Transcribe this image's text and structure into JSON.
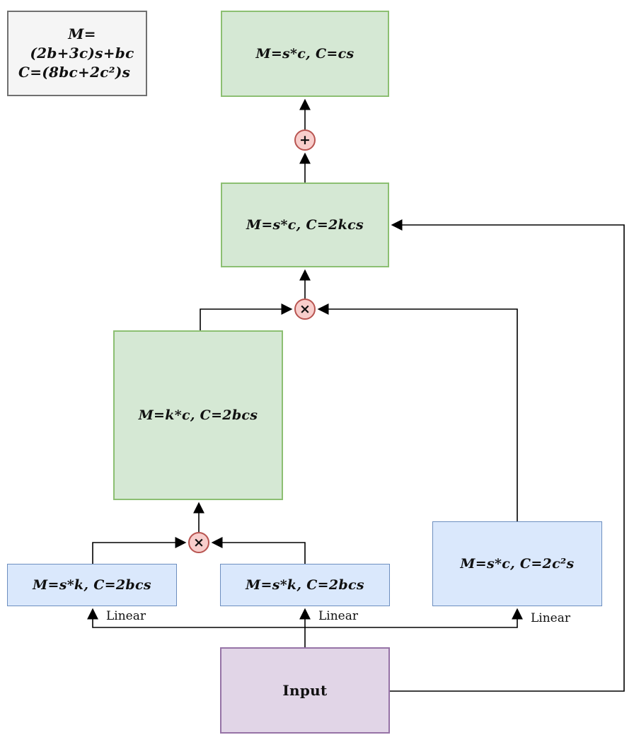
{
  "legend": {
    "line1": "M=(2b+3c)s+bc",
    "line2": "C=(8bc+2c²)s"
  },
  "nodes": {
    "output": {
      "label": "M=s*c, C=cs"
    },
    "stage2": {
      "label": "M=s*c, C=2kcs"
    },
    "attn_map": {
      "label": "M=k*c, C=2bcs"
    },
    "branch_left": {
      "label": "M=s*k, C=2bcs"
    },
    "branch_mid": {
      "label": "M=s*k, C=2bcs"
    },
    "branch_right": {
      "label": "M=s*c, C=2c²s"
    },
    "input": {
      "label": "Input"
    }
  },
  "operators": {
    "add": "+",
    "multiply": "×"
  },
  "edge_labels": {
    "linear": "Linear"
  },
  "colors": {
    "green_fill": "#d5e8d4",
    "green_border": "#8cbf72",
    "blue_fill": "#dae8fc",
    "blue_border": "#6c8ebf",
    "purple_fill": "#e1d5e7",
    "purple_border": "#9673a6",
    "operator_fill": "#f8cecc",
    "operator_border": "#b85450",
    "legend_fill": "#f5f5f5",
    "legend_border": "#707070",
    "connector": "#000000"
  }
}
